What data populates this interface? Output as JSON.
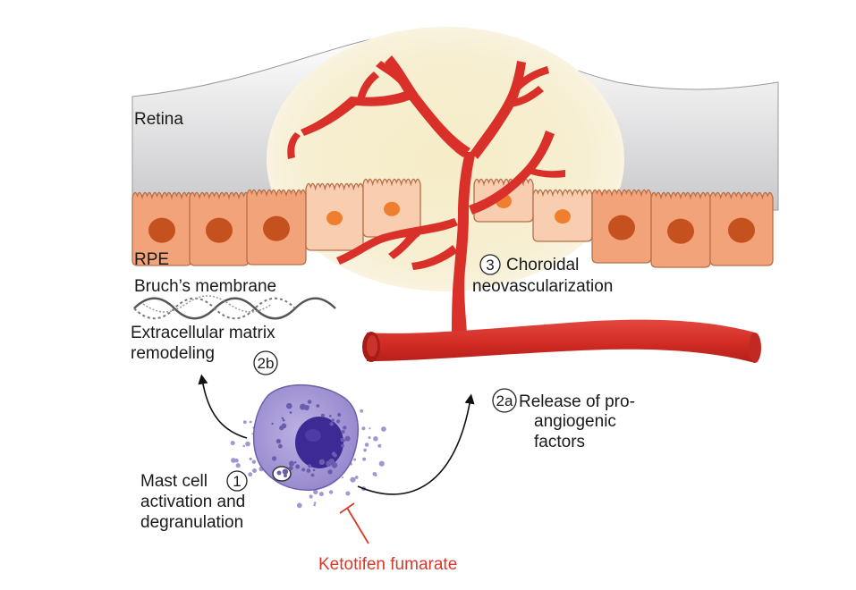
{
  "labels": {
    "retina": "Retina",
    "rpe": "RPE",
    "bruch": "Bruch’s membrane",
    "ecm_line1": "Extracellular matrix",
    "ecm_line2": "remodeling",
    "step_2b": "2b",
    "step_3": "3",
    "cnv_line1": "Choroidal",
    "cnv_line2": "neovascularization",
    "step_2a": "2a",
    "release_line1": "Release of pro-",
    "release_line2": "angiogenic",
    "release_line3": "factors",
    "step_1": "1",
    "mast_line1": "Mast cell",
    "mast_line2": "activation and",
    "mast_line3": "degranulation",
    "drug": "Ketotifen fumarate"
  },
  "colors": {
    "vessel": "#d9302a",
    "rpe_cell": "#f2a37a",
    "rpe_cell_light": "#f8cdb0",
    "rpe_nucleus": "#c5521e",
    "rpe_nucleus_light": "#ef7e2e",
    "mast_cell": "#a99ad6",
    "mast_nucleus": "#3e2a94",
    "inhibitor": "#d63a2a",
    "glow": "#f7efcf"
  }
}
